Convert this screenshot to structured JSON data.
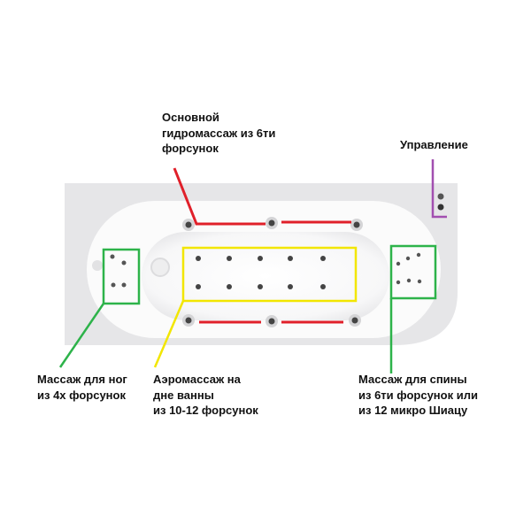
{
  "labels": {
    "main_hydro": [
      "Основной",
      "гидромассаж из 6ти",
      "форсунок"
    ],
    "control": [
      "Управление"
    ],
    "foot": [
      "Массаж для ног",
      "из 4х форсунок"
    ],
    "aero": [
      "Аэромассаж на",
      "дне ванны",
      "из 10-12 форсунок"
    ],
    "back": [
      "Массаж для спины",
      "из 6ти форсунок или",
      "из 12 микро Шиацу"
    ]
  },
  "colors": {
    "hydro": "#e0202a",
    "aero": "#f2e600",
    "foot_back": "#2db34a",
    "control": "#a24fb0",
    "deck": "#e6e6e8"
  }
}
